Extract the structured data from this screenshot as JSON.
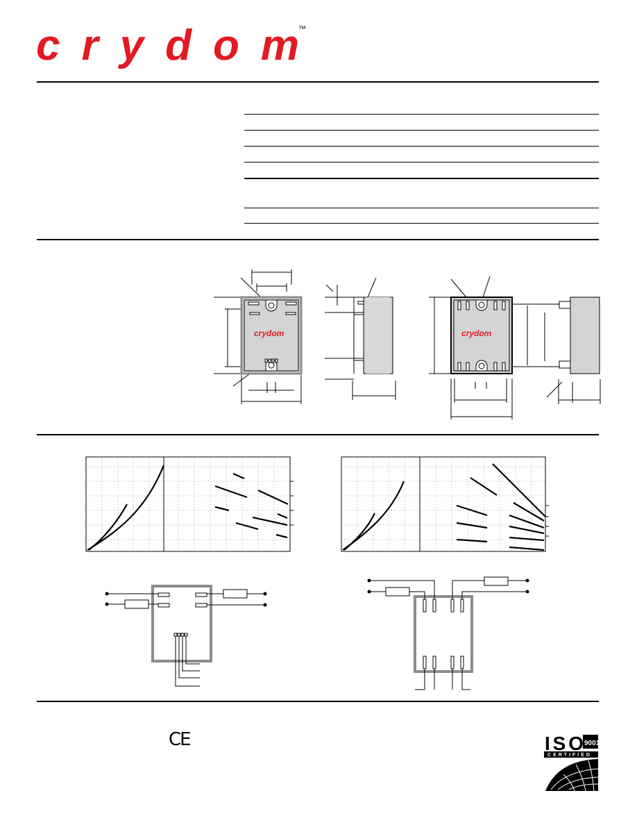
{
  "brand": {
    "name": "crydom",
    "trademark": "™",
    "color": "#e21a22"
  },
  "certification": {
    "ce_mark": "CE",
    "iso_number": "9001",
    "iso_letters": "ISO",
    "iso_caption": "CERTIFIED"
  },
  "spec_table": {
    "rows": 7
  },
  "relay_label": "crydom",
  "colors": {
    "accent": "#e21a22",
    "outline_gray": "#8c8c8c",
    "body_gray": "#d4d4d4",
    "line": "#000000"
  }
}
